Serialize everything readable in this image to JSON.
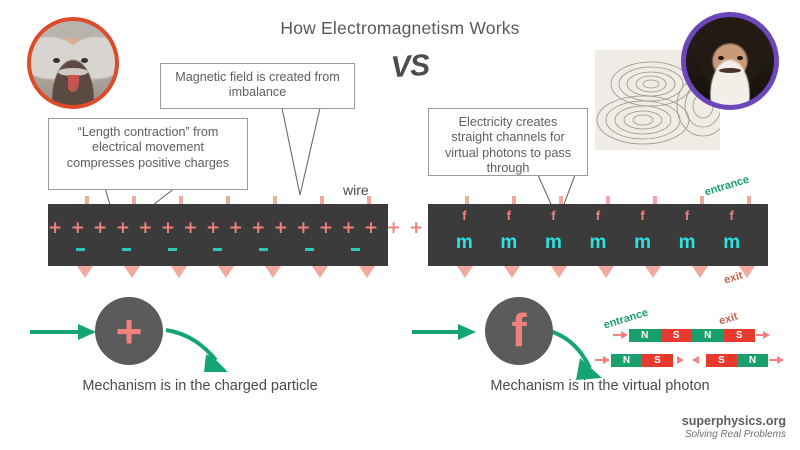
{
  "title": "How Electromagnetism Works",
  "vs_label": "VS",
  "portraits": {
    "left": {
      "name": "einstein-portrait",
      "ring_color": "#dd4b2a"
    },
    "right": {
      "name": "descartes-portrait",
      "ring_color": "#6b47bb"
    }
  },
  "left_panel": {
    "callouts": [
      {
        "id": "magnetic-field",
        "text": "Magnetic field is created from imbalance"
      },
      {
        "id": "length-contraction",
        "text": "“Length contraction” from electrical movement compresses positive charges"
      }
    ],
    "wire_label": "wire",
    "charge_symbol": "+",
    "charge_row": "+ + + + + + + + + + + + + + + + + + + + + + + + +",
    "negative_marker_count": 7,
    "arrow_count": 7,
    "particle_glyph": "+",
    "caption": "Mechanism is in the charged particle"
  },
  "right_panel": {
    "callouts": [
      {
        "id": "straight-channels",
        "text": "Electricity creates straight channels for virtual photons to pass through"
      }
    ],
    "field_glyph": "f",
    "field_glyph_count": 7,
    "medium_glyph": "m",
    "medium_glyph_count": 7,
    "arrow_count": 7,
    "entrance_label": "entrance",
    "exit_label": "exit",
    "particle_glyph": "f",
    "caption": "Mechanism is in the virtual photon"
  },
  "magnets": {
    "entrance_label": "entrance",
    "exit_label": "exit",
    "row1": [
      "N",
      "S",
      "N",
      "S"
    ],
    "row2_left": [
      "N",
      "S"
    ],
    "row2_right": [
      "S",
      "N"
    ]
  },
  "footer": {
    "site": "superphysics.org",
    "tagline": "Solving Real Problems"
  },
  "colors": {
    "wire": "#3b3b3b",
    "charge": "#f0817b",
    "arrow": "#f2a9a0",
    "teal": "#2ec7b8",
    "cyan": "#2ee0e0",
    "green": "#1aa06e",
    "red": "#e8392f",
    "particle": "#5b5b5b"
  }
}
